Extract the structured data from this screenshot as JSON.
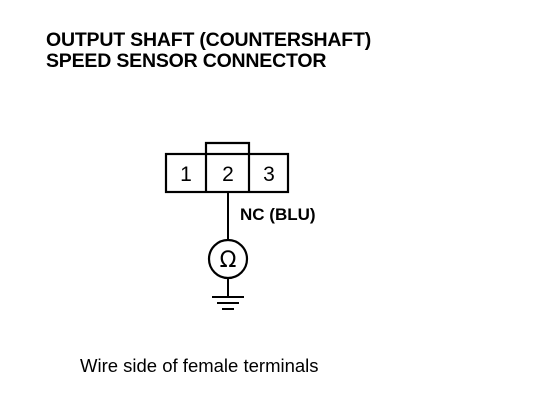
{
  "title": {
    "line1": "OUTPUT SHAFT (COUNTERSHAFT)",
    "line2": "SPEED SENSOR CONNECTOR"
  },
  "connector": {
    "terminals": [
      "1",
      "2",
      "3"
    ]
  },
  "wire": {
    "label": "NC (BLU)"
  },
  "meter": {
    "symbol": "Ω",
    "icon": "ohmmeter-icon"
  },
  "ground": {
    "icon": "ground-icon"
  },
  "caption": "Wire side of female terminals"
}
